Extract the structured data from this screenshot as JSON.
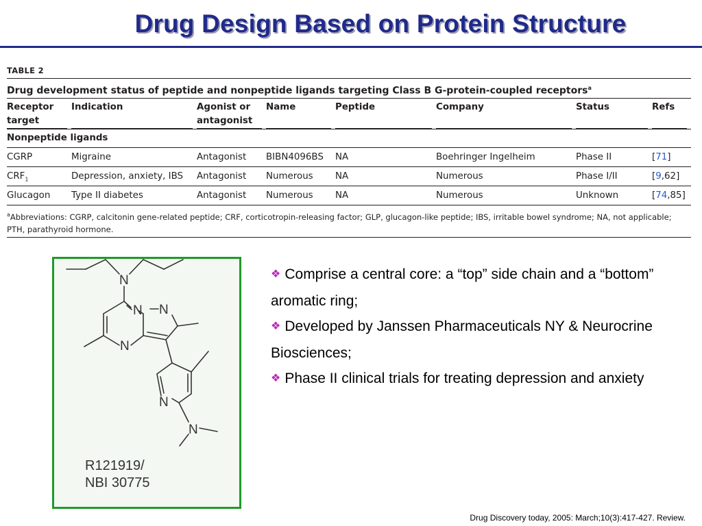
{
  "slide": {
    "title": "Drug Design Based on Protein Structure",
    "citation": "Drug Discovery today, 2005: March;10(3):417-427. Review."
  },
  "table": {
    "label": "TABLE 2",
    "caption": "Drug development status of peptide and nonpeptide ligands targeting Class B G-protein-coupled receptors",
    "caption_sup": "a",
    "headers": [
      "Receptor\ntarget",
      "Indication",
      "Agonist or\nantagonist",
      "Name",
      "Peptide",
      "Company",
      "Status",
      "Refs"
    ],
    "section": "Nonpeptide ligands",
    "rows": [
      {
        "target": "CGRP",
        "target_sub": "",
        "indication": "Migraine",
        "agonist": "Antagonist",
        "name": "BIBN4096BS",
        "peptide": "NA",
        "company": "Boehringer Ingelheim",
        "status": "Phase II",
        "ref_link": "71",
        "ref_rest": ""
      },
      {
        "target": "CRF",
        "target_sub": "1",
        "indication": "Depression, anxiety, IBS",
        "agonist": "Antagonist",
        "name": "Numerous",
        "peptide": "NA",
        "company": "Numerous",
        "status": "Phase I/II",
        "ref_link": "9",
        "ref_rest": ",62"
      },
      {
        "target": "Glucagon",
        "target_sub": "",
        "indication": "Type II diabetes",
        "agonist": "Antagonist",
        "name": "Numerous",
        "peptide": "NA",
        "company": "Numerous",
        "status": "Unknown",
        "ref_link": "74",
        "ref_rest": ",85"
      }
    ],
    "abbrev_sup": "a",
    "abbreviations": "Abbreviations: CGRP, calcitonin gene-related peptide; CRF, corticotropin-releasing factor; GLP, glucagon-like peptide; IBS, irritable bowel syndrome; NA, not applicable; PTH, parathyroid hormone."
  },
  "structure": {
    "atoms": [
      "N",
      "N",
      "N",
      "N",
      "N",
      "N"
    ],
    "compound_line1": "R121919/",
    "compound_line2": "NBI 30775",
    "border_color": "#1e9a2a"
  },
  "bullets": [
    "Comprise a central core: a “top” side chain and a “bottom” aromatic ring;",
    "Developed by Janssen Pharmaceuticals NY & Neurocrine Biosciences;",
    "Phase II clinical trials for treating depression and anxiety"
  ],
  "bullet_icon": "❖",
  "colors": {
    "title": "#1f2a8a",
    "bullet_icon": "#c020c0",
    "ref_link": "#2a59c9"
  }
}
